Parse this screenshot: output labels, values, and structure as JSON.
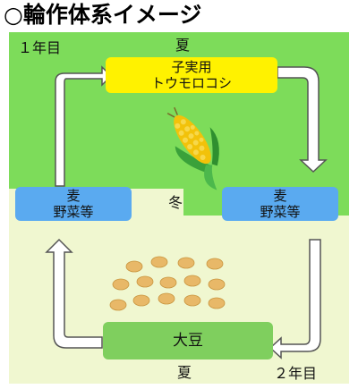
{
  "title": "○輪作体系イメージ",
  "diagram": {
    "year1_label": "１年目",
    "year2_label": "２年目",
    "summer_top": "夏",
    "summer_bottom": "夏",
    "winter": "冬",
    "corn_box": {
      "line1": "子実用",
      "line2": "トウモロコシ"
    },
    "wheat_left": {
      "line1": "麦",
      "line2": "野菜等"
    },
    "wheat_right": {
      "line1": "麦",
      "line2": "野菜等"
    },
    "soybean_box": "大豆"
  },
  "colors": {
    "year1_bg": "#7ddc5a",
    "year2_bg": "#f0f7d0",
    "corn_box": "#fff200",
    "wheat_box": "#5aaaf0",
    "soybean_box": "#7fcf5e",
    "arrow_fill": "#ffffff",
    "arrow_stroke": "#555555"
  },
  "icons": [
    "corn-icon",
    "soybeans-icon"
  ]
}
